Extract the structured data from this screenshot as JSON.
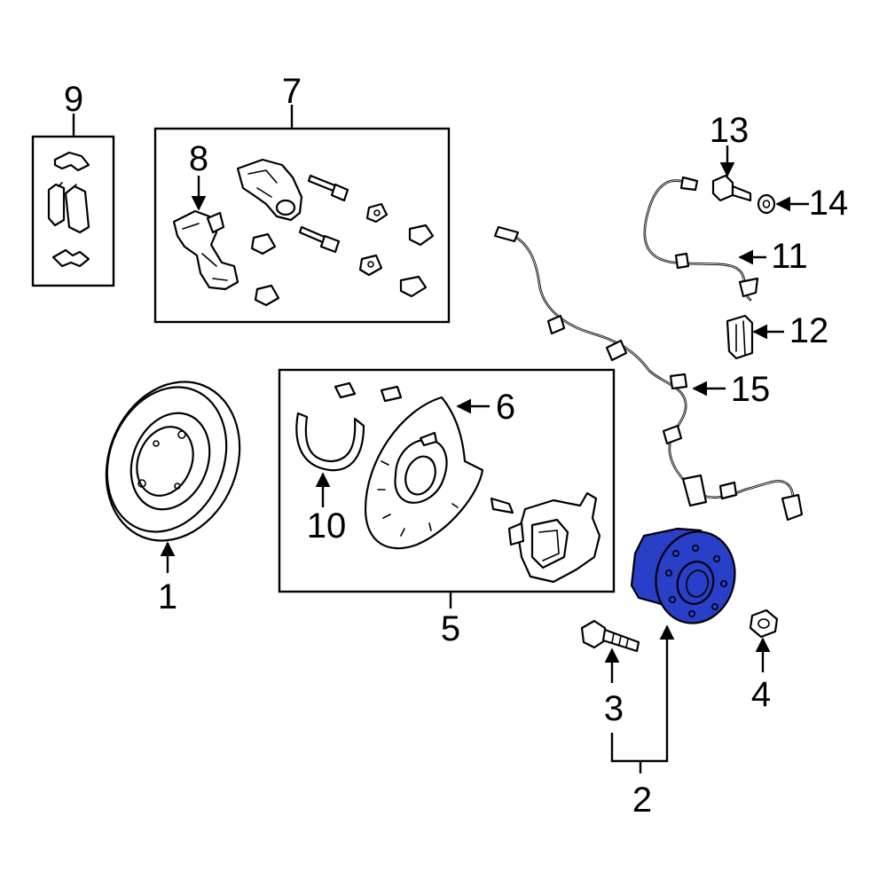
{
  "callouts": {
    "c1": "1",
    "c2": "2",
    "c3": "3",
    "c4": "4",
    "c5": "5",
    "c6": "6",
    "c7": "7",
    "c8": "8",
    "c9": "9",
    "c10": "10",
    "c11": "11",
    "c12": "12",
    "c13": "13",
    "c14": "14",
    "c15": "15"
  },
  "colors": {
    "highlight": "#2a3fc8",
    "line": "#000000",
    "background": "#ffffff"
  }
}
